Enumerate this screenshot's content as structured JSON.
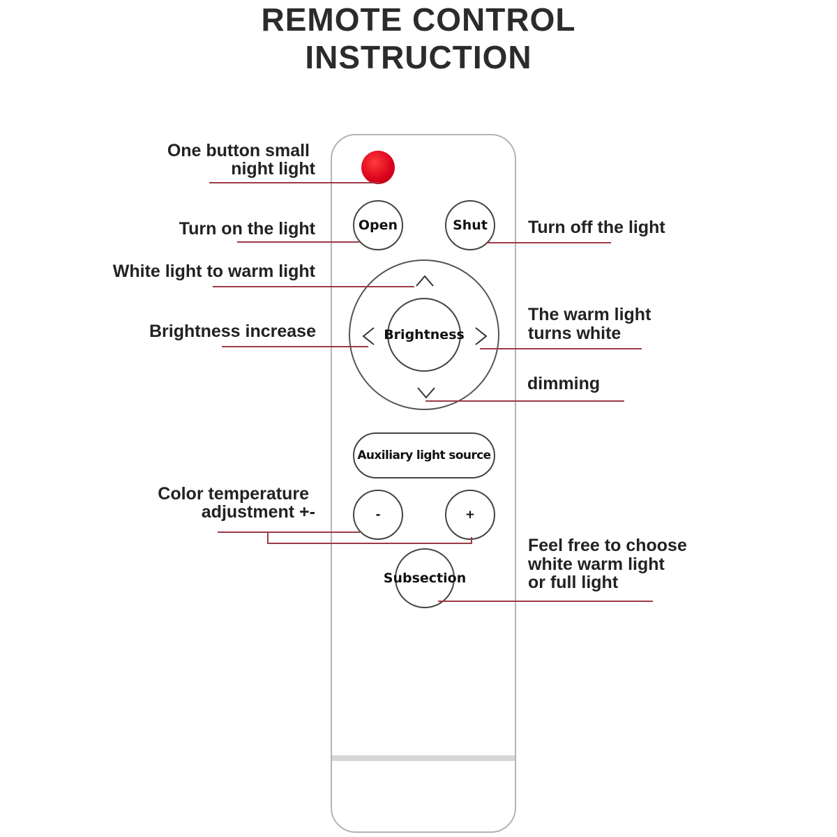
{
  "title": {
    "line1": "REMOTE CONTROL",
    "line2": "INSTRUCTION"
  },
  "buttons": {
    "open": "Open",
    "shut": "Shut",
    "brightness": "Brightness",
    "auxiliary": "Auxiliary light source",
    "minus": "-",
    "plus": "+",
    "subsection": "Subsection"
  },
  "labels": {
    "night_light_1": "One button small",
    "night_light_2": "night light",
    "turn_on": "Turn on the light",
    "turn_off": "Turn off the light",
    "white_to_warm": "White light to warm light",
    "warm_to_white_1": "The warm light",
    "warm_to_white_2": "turns white",
    "brightness_increase": "Brightness increase",
    "dimming": "dimming",
    "color_temp_1": "Color temperature",
    "color_temp_2": "adjustment +-",
    "feel_free_1": "Feel free to choose",
    "feel_free_2": "white warm light",
    "feel_free_3": "or full light"
  },
  "colors": {
    "leader_line": "#9b3a44",
    "night_light_button": "#d9001b",
    "remote_outline": "#b3b3b3"
  }
}
